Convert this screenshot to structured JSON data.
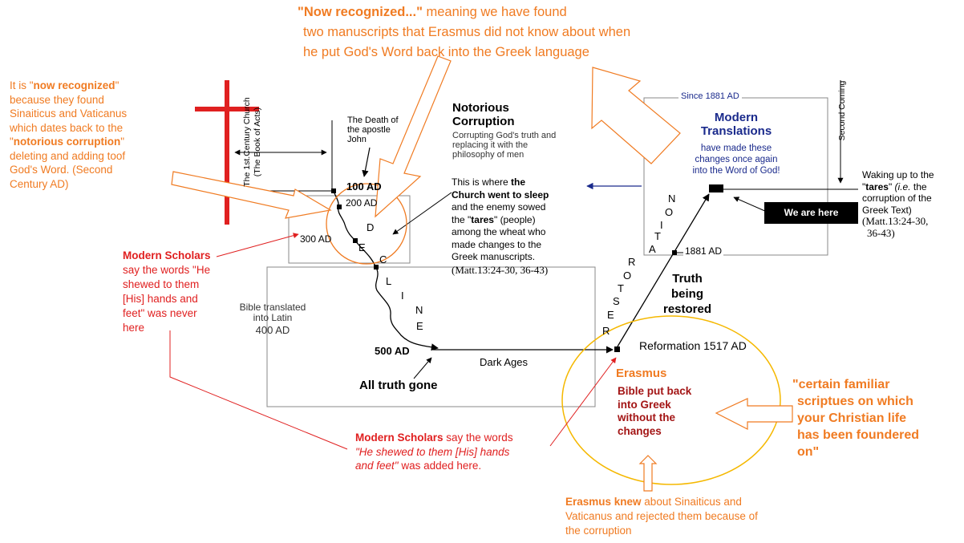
{
  "top_note": {
    "lead": "\"Now recognized...\"",
    "line1_rest": " meaning we have found",
    "line2": "two manuscripts that Erasmus did not know about when",
    "line3": "he put God's Word back into the Greek language"
  },
  "left_note": {
    "l1_pre": "It is \"",
    "l1_bold": "now recognized",
    "l1_post": "\"",
    "l2": "because they found",
    "l3": "Sinaiticus and Vaticanus",
    "l4": "which dates back to the",
    "l5_pre": "\"",
    "l5_bold": "notorious corruption",
    "l5_post": "\"",
    "l6": "deleting and adding toof",
    "l7": "God's Word. (Second",
    "l8": "Century AD)"
  },
  "church_label": {
    "line1": "The 1st.Century Church",
    "line2": "(The Book of Acts)"
  },
  "second_coming": "Second Coming",
  "death_apostle": {
    "line1": "The Death of",
    "line2": "the apostle",
    "line3": "John"
  },
  "notorious": {
    "title1": "Notorious",
    "title2": "Corruption",
    "sub1": "Corrupting God's truth and",
    "sub2": "replacing it with the",
    "sub3": "philosophy of men"
  },
  "sleep_note": {
    "l1": "This is where ",
    "l1_bold": "the",
    "l2_bold": "Church went to sleep",
    "l3": "and the enemy sowed",
    "l4_pre": "the \"",
    "l4_bold": "tares",
    "l4_post": "\" (people)",
    "l5": "among the wheat who",
    "l6": "made changes to the",
    "l7": "Greek manuscripts.",
    "l8": "(Matt.13:24-30, 36-43)"
  },
  "modern_box": {
    "since": "Since 1881 AD",
    "title1": "Modern",
    "title2": "Translations",
    "sub1": "have made these",
    "sub2": "changes once again",
    "sub3": "into the Word of God!"
  },
  "waking_note": {
    "l1": "Waking up to the",
    "l2_pre": "\"",
    "l2_bold": "tares",
    "l2_post": "\" ",
    "l2_ital": "(i.e.",
    "l2_end": " the",
    "l3": "corruption of the",
    "l4": "Greek Text)",
    "l5": "(Matt.13:24-30,",
    "l6": "36-43)"
  },
  "we_are_here": "We are here",
  "timeline": {
    "ad100": "100 AD",
    "ad200": "200 AD",
    "ad300": "300 AD",
    "ad500": "500 AD",
    "ad1881": "1881 AD",
    "reformation": "Reformation 1517 AD",
    "dark_ages": "Dark Ages",
    "all_truth_gone": "All truth gone",
    "truth1": "Truth",
    "truth2": "being",
    "truth3": "restored"
  },
  "decline_letters": [
    "D",
    "E",
    "C",
    "L",
    "I",
    "N",
    "E"
  ],
  "restoration_letters": [
    "R",
    "E",
    "S",
    "T",
    "O",
    "R",
    "A",
    "T",
    "I",
    "O",
    "N"
  ],
  "latin_bible": {
    "line1": "Bible translated",
    "line2": "into Latin",
    "line3": "400 AD"
  },
  "scholars_left": {
    "bold": "Modern Scholars",
    "l2": "say the words \"He",
    "l3": "shewed to them",
    "l4": "[His] hands and",
    "l5": "feet\" was never",
    "l6": "here"
  },
  "scholars_bottom": {
    "bold": "Modern Scholars",
    "l1_rest": " say the words",
    "l2": "\"He shewed to them [His] hands",
    "l3_ital": "and feet\"",
    "l3_rest": " was added here."
  },
  "erasmus": {
    "name": "Erasmus",
    "l1": "Bible put back",
    "l2": "into Greek",
    "l3": "without the",
    "l4": "changes"
  },
  "erasmus_knew": {
    "bold": "Erasmus knew",
    "l1_rest": " about Sinaiticus and",
    "l2": "Vaticanus and rejected them because of",
    "l3": "the corruption"
  },
  "familiar_note": {
    "l1": "\"certain familiar",
    "l2": "scriptues on which",
    "l3": "your Christian life",
    "l4": "has been foundered",
    "l5": "on\""
  },
  "colors": {
    "orange": "#f07b22",
    "red": "#e02020",
    "navy": "#1a2a8c",
    "dark_red": "#a31515",
    "gold_circle": "#f5b800"
  }
}
